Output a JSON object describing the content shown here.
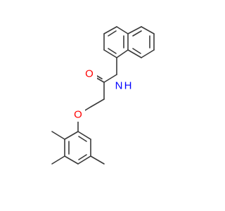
{
  "atoms": {
    "oxygen_carbonyl": {
      "symbol": "O",
      "color": "#ff0000"
    },
    "oxygen_ether": {
      "symbol": "O",
      "color": "#ff0000"
    },
    "nitrogen_amide": {
      "symbol": "N",
      "color": "#0000ff"
    },
    "hydrogen_amide": {
      "symbol": "H",
      "color": "#0000ff"
    }
  },
  "bond_color": "#3a3a3a"
}
